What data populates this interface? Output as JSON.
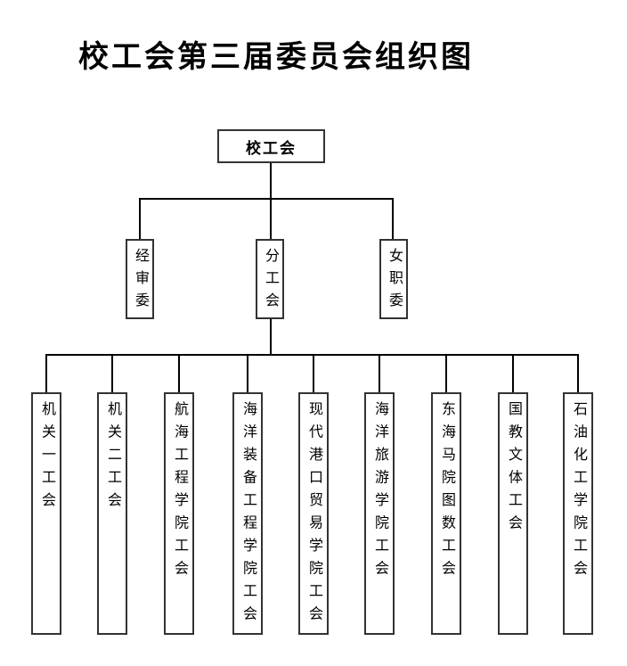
{
  "title": "校工会第三届委员会组织图",
  "org": {
    "root": {
      "label": "校工会"
    },
    "level2": [
      {
        "label": "经审委"
      },
      {
        "label": "分工会"
      },
      {
        "label": "女职委"
      }
    ],
    "level3": [
      {
        "label": "机关一工会"
      },
      {
        "label": "机关二工会"
      },
      {
        "label": "航海工程学院工会"
      },
      {
        "label": "海洋装备工程学院工会"
      },
      {
        "label": "现代港口贸易学院工会"
      },
      {
        "label": "海洋旅游学院工会"
      },
      {
        "label": "东海马院图数工会"
      },
      {
        "label": "国教文体工会"
      },
      {
        "label": "石油化工学院工会"
      }
    ]
  },
  "colors": {
    "background": "#ffffff",
    "line": "#000000",
    "box_border": "#333333",
    "text": "#000000"
  }
}
